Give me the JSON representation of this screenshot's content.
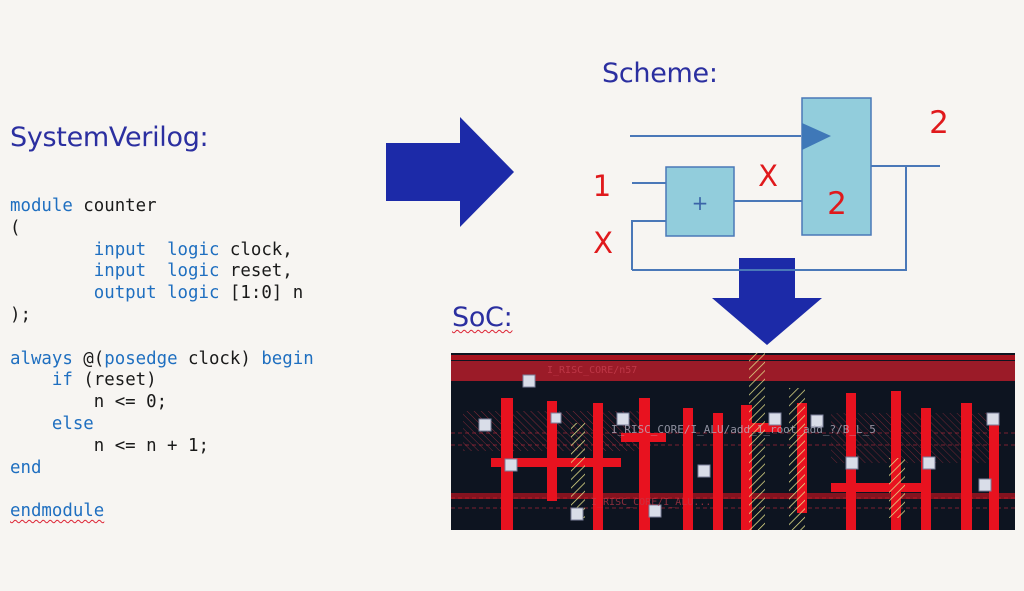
{
  "headings": {
    "systemverilog": "SystemVerilog:",
    "scheme": "Scheme:",
    "soc": "SoC:"
  },
  "code": {
    "line1": {
      "kw": "module",
      "rest": " counter"
    },
    "line2": "(",
    "line3": {
      "indent": "        ",
      "kw1": "input",
      "gap": "  ",
      "kw2": "logic",
      "rest": " clock,"
    },
    "line4": {
      "indent": "        ",
      "kw1": "input",
      "gap": "  ",
      "kw2": "logic",
      "rest": " reset,"
    },
    "line5": {
      "indent": "        ",
      "kw1": "output",
      "gap": " ",
      "kw2": "logic",
      "rest": " [1:0] n"
    },
    "line6": ");",
    "line8": {
      "kw": "always",
      "rest": " @(",
      "kw2": "posedge",
      "rest2": " clock) ",
      "kw3": "begin"
    },
    "line9": {
      "indent": "    ",
      "kw": "if",
      "rest": " (reset)"
    },
    "line10": "        n <= 0;",
    "line11": {
      "indent": "    ",
      "kw": "else"
    },
    "line12": "        n <= n + 1;",
    "line13": {
      "kw": "end"
    },
    "line15": {
      "kw": "endmodule"
    }
  },
  "scheme": {
    "adder_symbol": "+",
    "register_value": "2",
    "label_input_one": "1",
    "label_feedback_x": "X",
    "label_adder_out_x": "X",
    "label_output_two": "2"
  },
  "soc": {
    "label_top": "I_RISC_CORE/n57",
    "label_mid": "I_RISC_CORE/I_ALU/add_1_root_add_?/B_L_5",
    "label_bottom": "I_RISC_CORE/I_ALU..."
  },
  "colors": {
    "heading": "#2b2fa0",
    "keyword": "#1f6fc0",
    "arrow": "#1c2aa8",
    "box_fill": "#92cddc",
    "wire": "#4a78b8",
    "annotation": "#e0191c",
    "metal": "#e8121f"
  }
}
